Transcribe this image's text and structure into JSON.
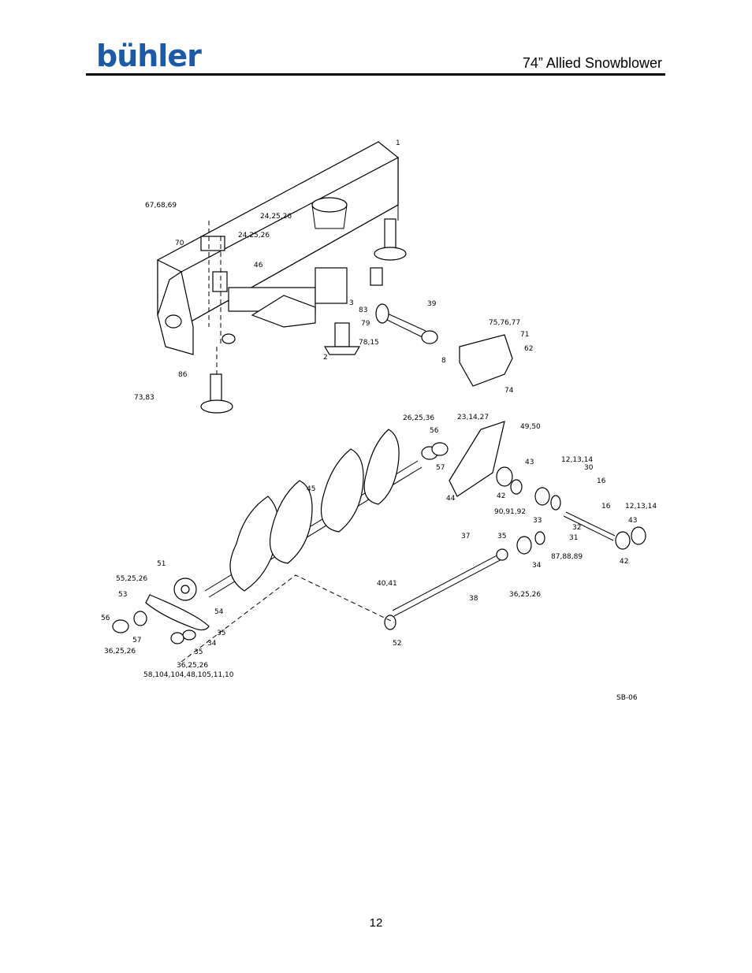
{
  "header": {
    "logo_text": "bühler",
    "title": "74” Allied Snowblower"
  },
  "colors": {
    "brand": "#1d5aa6",
    "rule": "#000000"
  },
  "diagram": {
    "drawing_code": "SB-06",
    "labels": {
      "l1": "1",
      "l2": "2",
      "l3": "3",
      "l8": "8",
      "l39": "39",
      "l67": "67,68,69",
      "l70": "70",
      "l24a": "24,25,26",
      "l24b": "24,25,26",
      "l46": "46",
      "l83": "83",
      "l79": "79",
      "l7815": "78,15",
      "l757677": "75,76,77",
      "l71": "71",
      "l62": "62",
      "l74": "74",
      "l86": "86",
      "l7383": "73,83",
      "l262536": "26,25,36",
      "l56a": "56",
      "l231427": "23,14,27",
      "l4950": "49,50",
      "l57a": "57",
      "l43a": "43",
      "l121314a": "12,13,14",
      "l30": "30",
      "l16a": "16",
      "l45": "45",
      "l44": "44",
      "l42a": "42",
      "l909192": "90,91,92",
      "l16b": "16",
      "l121314b": "12,13,14",
      "l33": "33",
      "l32": "32",
      "l43b": "43",
      "l31": "31",
      "l37": "37",
      "l35a": "35",
      "l878889": "87,88,89",
      "l42b": "42",
      "l34a": "34",
      "l51": "51",
      "l552526": "55,25,26",
      "l53": "53",
      "l40": "40,41",
      "l362526a": "36,25,26",
      "l38": "38",
      "l54": "54",
      "l56b": "56",
      "l57b": "57",
      "l35b": "35",
      "l34b": "34",
      "l35c": "35",
      "l362526b": "36,25,26",
      "l362526c": "36,25,26",
      "l58": "58,104,104,48,105,11,10",
      "l52": "52"
    }
  },
  "footer": {
    "page_number": "12"
  }
}
